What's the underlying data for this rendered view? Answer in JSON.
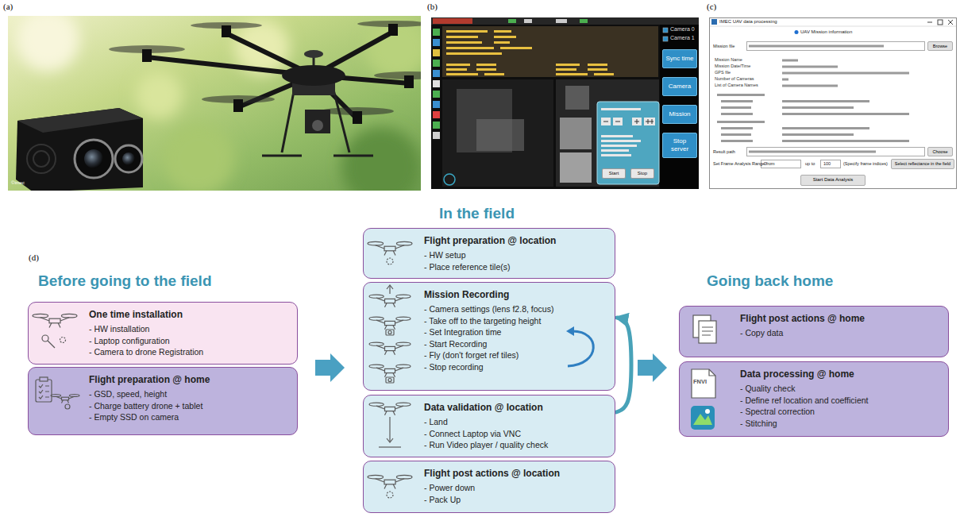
{
  "diagram": {
    "nodes": [
      {
        "text": [
          "One time installation",
          "- HW installation",
          "- Laptop configuration",
          "- Camera to drone Registration"
        ]
      },
      {
        "text": [
          "Flight preparation @ home",
          "- GSD, speed, height",
          "- Charge battery drone + tablet",
          "- Empty SSD on camera"
        ]
      },
      {
        "text": [
          "Flight preparation @ location",
          "- HW setup",
          "- Place reference tile(s)"
        ]
      },
      {
        "text": [
          "Mission Recording",
          "- Camera settings (lens f2.8, focus)",
          "- Take off to the targeting height",
          "- Set Integration time",
          "- Start Recording",
          "- Fly (don't forget ref tiles)",
          "- Stop recording"
        ]
      },
      {
        "text": [
          "Data validation @ location",
          "- Land",
          "- Connect Laptop via VNC",
          "- Run Video player / quality check"
        ]
      },
      {
        "text": [
          "Flight post actions @ location",
          "- Power down",
          "- Pack Up"
        ]
      },
      {
        "text": [
          "Flight post actions @ home",
          "- Copy data"
        ]
      },
      {
        "text": [
          "Data processing @ home",
          "- Quality check",
          "- Define ref location and coefficient",
          "- Spectral correction",
          "- Stitching"
        ]
      },
      {
        "text": [
          "Sync time"
        ]
      },
      {
        "text": [
          "Camera"
        ]
      },
      {
        "text": [
          "Mission"
        ]
      },
      {
        "text": [
          "Stop server"
        ]
      },
      {
        "text": [
          "Start"
        ]
      },
      {
        "text": [
          "Stop"
        ]
      },
      {
        "text": [
          "Browse"
        ]
      },
      {
        "text": [
          "Choose"
        ]
      },
      {
        "text": [
          "Start Data Analysis"
        ]
      },
      {
        "text": [
          "Select reflectance in the field"
        ]
      }
    ],
    "edges": [
      {
        "from": 4,
        "to": 3,
        "arrow": "to"
      }
    ],
    "labels": [
      "(a)",
      "(b)",
      "(c)",
      "(d)",
      "©imec",
      "Before going to the field",
      "In the field",
      "Going back home",
      "Camera 0",
      "Camera 1",
      "IMEC UAV data processing",
      "UAV Mission information",
      "Mission file",
      "Mission Name",
      "Mission Date/Time",
      "GPS file",
      "Number of Cameras",
      "List of Camera Names",
      "Result path",
      "Set Frame Analysis Range from",
      "0",
      "up to",
      "100",
      "(Specify frame indices)",
      "FNVI"
    ]
  }
}
